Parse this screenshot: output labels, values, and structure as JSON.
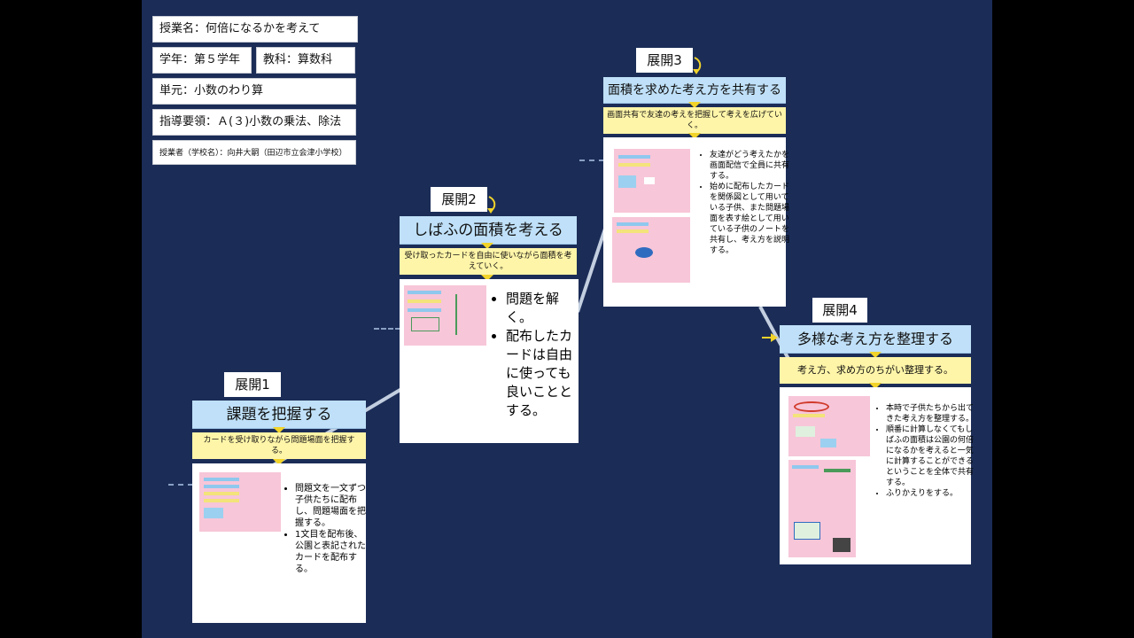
{
  "lesson_info": {
    "lesson_name": "授業名：何倍になるかを考えて",
    "grade": "学年：第５学年",
    "subject": "教科：算数科",
    "unit": "単元：小数のわり算",
    "guideline": "指導要領：Ａ(３)小数の乗法、除法",
    "teacher": "授業者（学校名）：向井大嗣（田辺市立会津小学校）"
  },
  "stages": [
    {
      "label": "展開1",
      "title": "課題を把握する",
      "subtitle": "カードを受け取りながら問題場面を把握する。",
      "points": [
        "問題文を一文ずつ子供たちに配布し、問題場面を把握する。",
        "1文目を配布後、公園と表記されたカードを配布する。"
      ]
    },
    {
      "label": "展開2",
      "title": "しばふの面積を考える",
      "subtitle": "受け取ったカードを自由に使いながら面積を考えていく。",
      "points": [
        "問題を解く。",
        "配布したカードは自由に使っても良いこととする。"
      ]
    },
    {
      "label": "展開3",
      "title": "面積を求めた考え方を共有する",
      "subtitle": "画面共有で友達の考えを把握して考えを広げていく。",
      "points": [
        "友達がどう考えたかを画面配信で全員に共有する。",
        "始めに配布したカードを関係図として用いている子供、また問題場面を表す絵として用いている子供のノートを共有し、考え方を説明する。"
      ]
    },
    {
      "label": "展開4",
      "title": "多様な考え方を整理する",
      "subtitle": "考え方、求め方のちがい整理する。",
      "points": [
        "本時で子供たちから出てきた考え方を整理する。",
        "順番に計算しなくてもしばふの面積は公園の何倍になるかを考えると一気に計算することができるということを全体で共有する。",
        "ふりかえりをする。"
      ]
    }
  ],
  "colors": {
    "background": "#1b2d57",
    "title_fill": "#bfe0f8",
    "subtitle_fill": "#fff5a8",
    "arrow": "#f1d32a",
    "connector": "#c3cfe0"
  },
  "icons": [
    "curved-arrow-icon",
    "down-arrow-icon"
  ]
}
